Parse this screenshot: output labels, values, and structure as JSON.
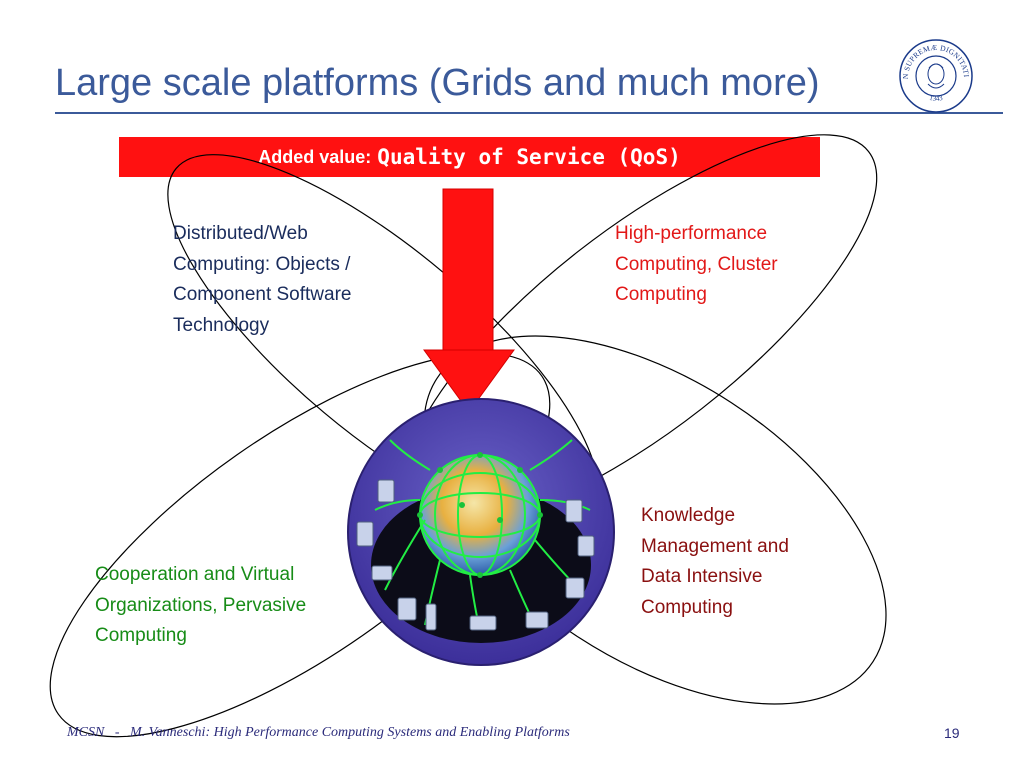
{
  "slide": {
    "title": "Large scale platforms (Grids and much more)",
    "banner": {
      "label": "Added value:",
      "value": "Quality of Service (QoS)"
    },
    "areas": {
      "distributed": [
        "Distributed/Web",
        "Computing: Objects /",
        "Component Software",
        "Technology"
      ],
      "hpc": [
        "High-performance",
        "Computing, Cluster",
        "Computing"
      ],
      "knowledge": [
        "Knowledge",
        "Management and",
        "Data Intensive",
        "Computing"
      ],
      "cooperation": [
        "Cooperation and Virtual",
        "Organizations, Pervasive",
        "Computing"
      ]
    },
    "logo": {
      "text_top": "IN SUPREMÆ DIGNITATIS",
      "text_bottom": "1343"
    },
    "footer": {
      "course": "MCSN",
      "separator": "-",
      "author_title": "M. Vanneschi: High Performance Computing Systems and Enabling Platforms",
      "page": "19"
    },
    "colors": {
      "title": "#3b5a9a",
      "banner": "#ff1111",
      "distributed": "#1a2c5c",
      "hpc": "#e21818",
      "knowledge": "#8a1010",
      "cooperation": "#178c17"
    }
  }
}
